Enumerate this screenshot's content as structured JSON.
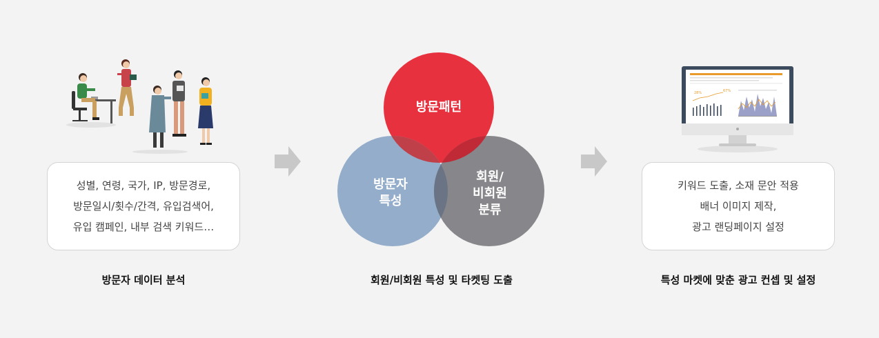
{
  "left": {
    "box_lines": [
      "성별, 연령, 국가, IP, 방문경로,",
      "방문일시/횟수/간격, 유입검색어,",
      "유입 캠페인, 내부 검색 키워드…"
    ],
    "caption": "방문자 데이터 분석"
  },
  "middle": {
    "circle_top": "방문패턴",
    "circle_left": [
      "방문자",
      "특성"
    ],
    "circle_right": [
      "회원/",
      "비회원",
      "분류"
    ],
    "caption": "회원/비회원 특성 및 타켓팅 도출",
    "colors": {
      "top": "#e8313e",
      "left": "#90aac8",
      "right": "#808084"
    }
  },
  "right": {
    "box_lines": [
      "키워드 도출, 소재 문안 적용",
      "배너 이미지 제작,",
      "광고 랜딩페이지 설정"
    ],
    "caption": "특성 마켓에 맞춘 광고 컨셉 및 설정",
    "monitor": {
      "labels": [
        "28%",
        "67%"
      ]
    }
  },
  "icons": {
    "arrow_1": "arrow-right-icon",
    "arrow_2": "arrow-right-icon"
  }
}
